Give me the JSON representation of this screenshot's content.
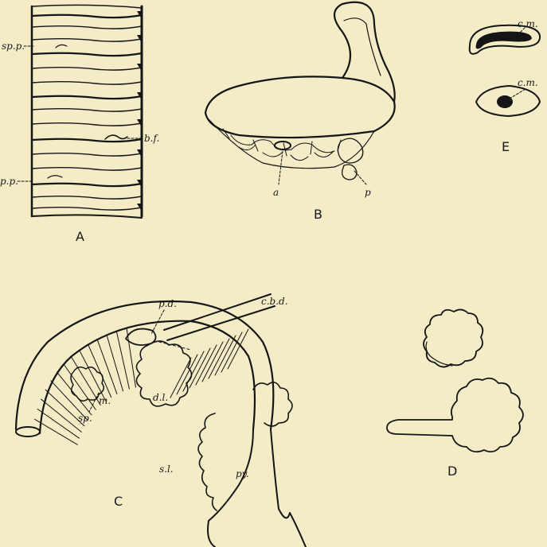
{
  "figures": {
    "A": {
      "caption": "A",
      "labels": {
        "spp": "sp.p.",
        "bf": "b.f.",
        "pp": "p.p."
      }
    },
    "B": {
      "caption": "B",
      "labels": {
        "a": "a",
        "p": "p"
      }
    },
    "C": {
      "caption": "C",
      "labels": {
        "pd": "p.d.",
        "cbd": "c.b.d.",
        "m": "m.",
        "sp": "sp.",
        "dl": "d.l.",
        "sl": "s.l.",
        "py": "py."
      }
    },
    "D": {
      "caption": "D"
    },
    "E": {
      "caption": "E",
      "labels": {
        "cm1": "c.m.",
        "cm2": "c.m."
      }
    }
  }
}
